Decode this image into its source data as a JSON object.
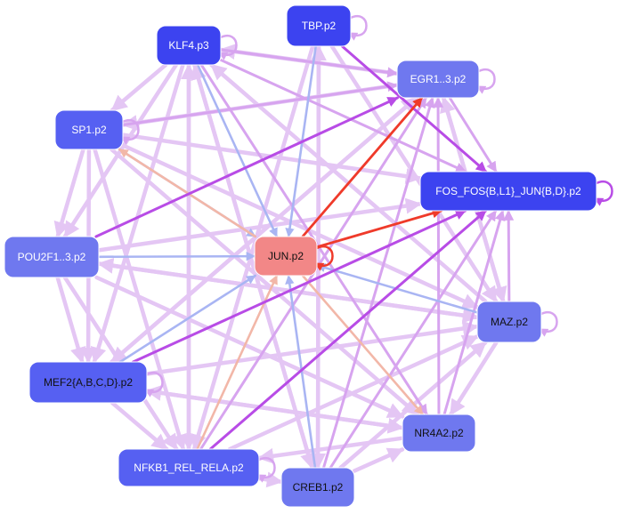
{
  "colors": {
    "node_dark": "#3c43f0",
    "node_mid": "#5660f2",
    "node_light": "#6f78ef",
    "node_center": "#f28787",
    "edge_light_violet": "#e4c6f4",
    "edge_violet": "#d7a4ef",
    "edge_purple": "#b84ce6",
    "edge_blue": "#a9b5f3",
    "edge_pink": "#f2b7a8",
    "edge_red": "#ef3a2a"
  },
  "nodes": [
    {
      "id": "tbp",
      "label": "TBP.p2",
      "shade": "node_dark",
      "text": "#ffffff"
    },
    {
      "id": "klf4",
      "label": "KLF4.p3",
      "shade": "node_dark",
      "text": "#ffffff"
    },
    {
      "id": "egr",
      "label": "EGR1..3.p2",
      "shade": "node_light",
      "text": "#ffffff"
    },
    {
      "id": "sp1",
      "label": "SP1.p2",
      "shade": "node_mid",
      "text": "#ffffff"
    },
    {
      "id": "fos",
      "label": "FOS_FOS{B,L1}_JUN{B,D}.p2",
      "shade": "node_dark",
      "text": "#ffffff"
    },
    {
      "id": "pou",
      "label": "POU2F1..3.p2",
      "shade": "node_light",
      "text": "#ffffff"
    },
    {
      "id": "jun",
      "label": "JUN.p2",
      "shade": "node_center",
      "text": "#111111"
    },
    {
      "id": "maz",
      "label": "MAZ.p2",
      "shade": "node_light",
      "text": "#111111"
    },
    {
      "id": "mef",
      "label": "MEF2{A,B,C,D}.p2",
      "shade": "node_mid",
      "text": "#111111"
    },
    {
      "id": "nr4",
      "label": "NR4A2.p2",
      "shade": "node_light",
      "text": "#111111"
    },
    {
      "id": "nfkb",
      "label": "NFKB1_REL_RELA.p2",
      "shade": "node_mid",
      "text": "#ffffff"
    },
    {
      "id": "creb",
      "label": "CREB1.p2",
      "shade": "node_light",
      "text": "#111111"
    }
  ],
  "edges": [
    {
      "from": "klf4",
      "to": "egr",
      "color": "edge_violet"
    },
    {
      "from": "klf4",
      "to": "fos",
      "color": "edge_violet"
    },
    {
      "from": "klf4",
      "to": "jun",
      "color": "edge_blue"
    },
    {
      "from": "klf4",
      "to": "nr4",
      "color": "edge_violet"
    },
    {
      "from": "klf4",
      "to": "mef",
      "color": "edge_light_violet"
    },
    {
      "from": "klf4",
      "to": "nfkb",
      "color": "edge_light_violet"
    },
    {
      "from": "klf4",
      "to": "creb",
      "color": "edge_light_violet"
    },
    {
      "from": "klf4",
      "to": "pou",
      "color": "edge_light_violet"
    },
    {
      "from": "klf4",
      "to": "sp1",
      "color": "edge_light_violet"
    },
    {
      "from": "tbp",
      "to": "fos",
      "color": "edge_purple"
    },
    {
      "from": "tbp",
      "to": "maz",
      "color": "edge_light_violet"
    },
    {
      "from": "tbp",
      "to": "creb",
      "color": "edge_light_violet"
    },
    {
      "from": "tbp",
      "to": "nfkb",
      "color": "edge_light_violet"
    },
    {
      "from": "sp1",
      "to": "egr",
      "color": "edge_violet"
    },
    {
      "from": "sp1",
      "to": "fos",
      "color": "edge_light_violet"
    },
    {
      "from": "sp1",
      "to": "jun",
      "color": "edge_blue"
    },
    {
      "from": "sp1",
      "to": "maz",
      "color": "edge_light_violet"
    },
    {
      "from": "sp1",
      "to": "nr4",
      "color": "edge_light_violet"
    },
    {
      "from": "sp1",
      "to": "mef",
      "color": "edge_light_violet"
    },
    {
      "from": "sp1",
      "to": "pou",
      "color": "edge_light_violet"
    },
    {
      "from": "sp1",
      "to": "nfkb",
      "color": "edge_light_violet"
    },
    {
      "from": "pou",
      "to": "egr",
      "color": "edge_purple"
    },
    {
      "from": "pou",
      "to": "jun",
      "color": "edge_blue"
    },
    {
      "from": "pou",
      "to": "fos",
      "color": "edge_light_violet"
    },
    {
      "from": "pou",
      "to": "maz",
      "color": "edge_light_violet"
    },
    {
      "from": "pou",
      "to": "mef",
      "color": "edge_light_violet"
    },
    {
      "from": "pou",
      "to": "nfkb",
      "color": "edge_light_violet"
    },
    {
      "from": "pou",
      "to": "nr4",
      "color": "edge_light_violet"
    },
    {
      "from": "mef",
      "to": "jun",
      "color": "edge_blue"
    },
    {
      "from": "mef",
      "to": "fos",
      "color": "edge_purple"
    },
    {
      "from": "mef",
      "to": "egr",
      "color": "edge_light_violet"
    },
    {
      "from": "mef",
      "to": "maz",
      "color": "edge_light_violet"
    },
    {
      "from": "mef",
      "to": "nfkb",
      "color": "edge_light_violet"
    },
    {
      "from": "mef",
      "to": "nr4",
      "color": "edge_light_violet"
    },
    {
      "from": "nfkb",
      "to": "egr",
      "color": "edge_violet"
    },
    {
      "from": "nfkb",
      "to": "fos",
      "color": "edge_purple"
    },
    {
      "from": "nfkb",
      "to": "jun",
      "color": "edge_pink"
    },
    {
      "from": "nfkb",
      "to": "maz",
      "color": "edge_light_violet"
    },
    {
      "from": "nfkb",
      "to": "creb",
      "color": "edge_light_violet"
    },
    {
      "from": "nfkb",
      "to": "klf4",
      "color": "edge_light_violet"
    },
    {
      "from": "creb",
      "to": "fos",
      "color": "edge_violet"
    },
    {
      "from": "creb",
      "to": "jun",
      "color": "edge_blue"
    },
    {
      "from": "creb",
      "to": "egr",
      "color": "edge_violet"
    },
    {
      "from": "creb",
      "to": "nr4",
      "color": "edge_light_violet"
    },
    {
      "from": "creb",
      "to": "tbp",
      "color": "edge_light_violet"
    },
    {
      "from": "creb",
      "to": "klf4",
      "color": "edge_light_violet"
    },
    {
      "from": "creb",
      "to": "maz",
      "color": "edge_light_violet"
    },
    {
      "from": "nr4",
      "to": "fos",
      "color": "edge_violet"
    },
    {
      "from": "nr4",
      "to": "egr",
      "color": "edge_violet"
    },
    {
      "from": "nr4",
      "to": "mef",
      "color": "edge_light_violet"
    },
    {
      "from": "nr4",
      "to": "nfkb",
      "color": "edge_light_violet"
    },
    {
      "from": "maz",
      "to": "fos",
      "color": "edge_violet"
    },
    {
      "from": "maz",
      "to": "jun",
      "color": "edge_blue"
    },
    {
      "from": "maz",
      "to": "egr",
      "color": "edge_light_violet"
    },
    {
      "from": "maz",
      "to": "klf4",
      "color": "edge_light_violet"
    },
    {
      "from": "maz",
      "to": "pou",
      "color": "edge_light_violet"
    },
    {
      "from": "maz",
      "to": "nr4",
      "color": "edge_light_violet"
    },
    {
      "from": "egr",
      "to": "fos",
      "color": "edge_violet"
    },
    {
      "from": "egr",
      "to": "klf4",
      "color": "edge_light_violet"
    },
    {
      "from": "egr",
      "to": "maz",
      "color": "edge_light_violet"
    },
    {
      "from": "egr",
      "to": "sp1",
      "color": "edge_light_violet"
    },
    {
      "from": "egr",
      "to": "mef",
      "color": "edge_light_violet"
    },
    {
      "from": "jun",
      "to": "egr",
      "color": "edge_red"
    },
    {
      "from": "jun",
      "to": "fos",
      "color": "edge_red"
    },
    {
      "from": "jun",
      "to": "nr4",
      "color": "edge_pink"
    },
    {
      "from": "jun",
      "to": "sp1",
      "color": "edge_pink"
    },
    {
      "from": "tbp",
      "to": "jun",
      "color": "edge_blue"
    }
  ],
  "self_loops": [
    "klf4",
    "sp1",
    "egr",
    "fos",
    "jun",
    "maz",
    "mef",
    "nfkb",
    "tbp"
  ]
}
